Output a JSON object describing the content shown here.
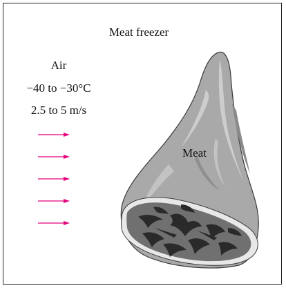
{
  "diagram": {
    "title": "Meat freezer",
    "air": {
      "label": "Air",
      "temperature": "−40 to −30°C",
      "velocity": "2.5 to 5 m/s",
      "arrow_count": 5,
      "arrow_color": "#e4007c"
    },
    "object_label": "Meat",
    "colors": {
      "meat_body": "#a9a9a9",
      "meat_shading": "#c7c7c7",
      "meat_dark": "#7c7c7c",
      "cut_face": "#6f6f6f",
      "cut_rim": "#e8e8e8",
      "marbling": "#2a2a2a"
    }
  }
}
